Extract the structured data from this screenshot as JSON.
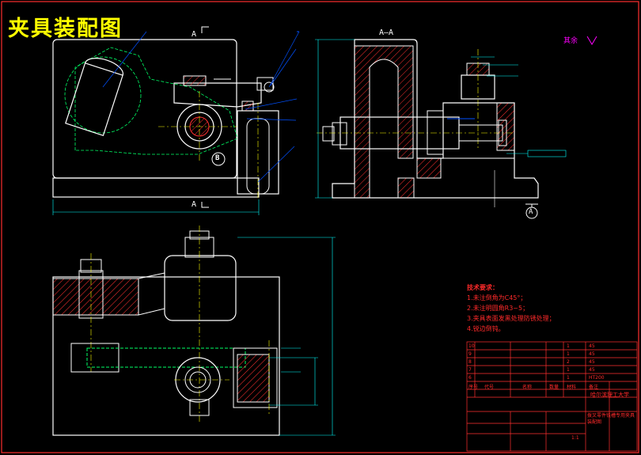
{
  "title": "夹具装配图",
  "views": {
    "section_a_top": "A",
    "section_a_bottom": "A",
    "section_aa": "A—A",
    "datum_a": "A",
    "datum_b": "B"
  },
  "roughness_note": "其余",
  "technical_requirements": {
    "heading": "技术要求：",
    "items": [
      "1.未注倒角为C45°；",
      "2.未注明圆角R3~5；",
      "3.夹具表面发黑处理防锈处理；",
      "4.锐边倒钝。"
    ]
  },
  "title_block": {
    "school": "哈尔滨理工大学",
    "drawing_name": "拨叉零件铣槽专用夹具装配图",
    "col_headers": [
      "序号",
      "代号",
      "名称",
      "数量",
      "材料",
      "备注"
    ],
    "rows": [
      [
        "10",
        "",
        "",
        "1",
        "45",
        ""
      ],
      [
        "9",
        "",
        "",
        "1",
        "45",
        ""
      ],
      [
        "8",
        "",
        "",
        "2",
        "45",
        ""
      ],
      [
        "7",
        "",
        "",
        "1",
        "45",
        ""
      ],
      [
        "6",
        "",
        "",
        "1",
        "HT200",
        ""
      ]
    ],
    "scale": "1:1"
  },
  "colors": {
    "outline": "#ffffff",
    "hatch": "#ff3030",
    "center": "#ffff00",
    "dimension": "#00ffff",
    "hidden": "#00ff00",
    "leader": "#0050ff",
    "magenta": "#ff00ff",
    "title": "#ffff00"
  }
}
